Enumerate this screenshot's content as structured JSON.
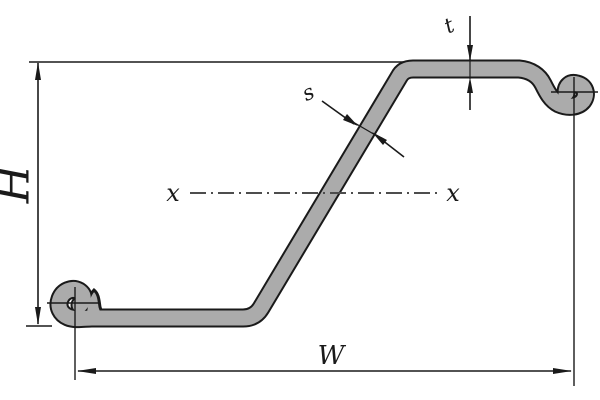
{
  "diagram": {
    "type": "engineering-cross-section",
    "subject": "Z-profile steel sheet pile with interlocks, dimensioned",
    "labels": {
      "height": "H",
      "width": "W",
      "flange_thickness": "t",
      "web_thickness": "s",
      "neutral_axis_left": "x",
      "neutral_axis_right": "x"
    },
    "colors": {
      "steel_fill": "#ababab",
      "outline": "#1a1a1a",
      "centerline": "#4d4d4d",
      "background": "#ffffff"
    }
  }
}
